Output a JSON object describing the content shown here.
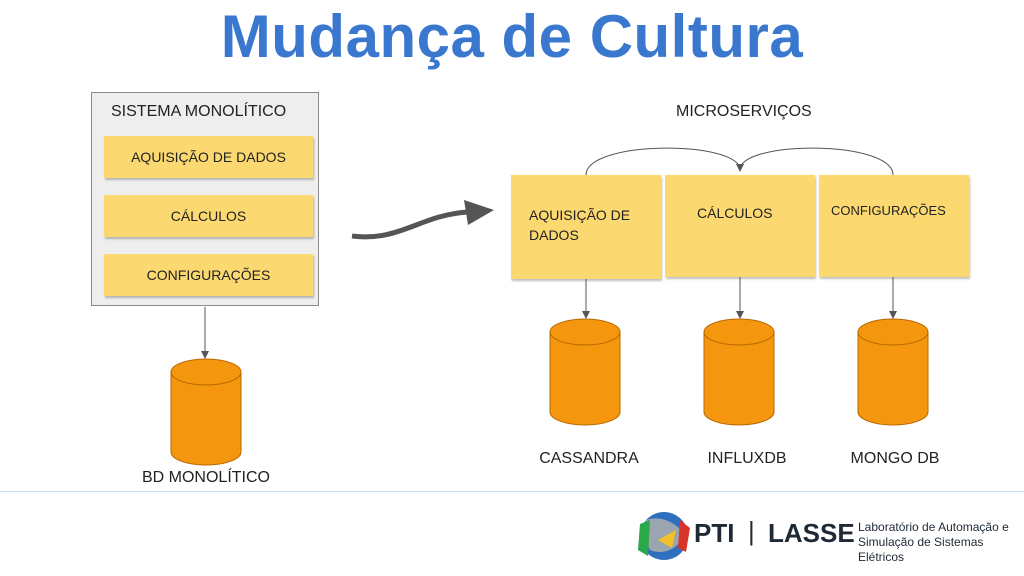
{
  "title": "Mudança de Cultura",
  "monolithic": {
    "system_label": "SISTEMA MONOLÍTICO",
    "modules": [
      "AQUISIÇÃO DE DADOS",
      "CÁLCULOS",
      "CONFIGURAÇÕES"
    ],
    "database_label": "BD MONOLÍTICO"
  },
  "microservices": {
    "label": "MICROSERVIÇOS",
    "services": [
      "AQUISIÇÃO DE DADOS",
      "CÁLCULOS",
      "CONFIGURAÇÕES"
    ],
    "databases": [
      "CASSANDRA",
      "INFLUXDB",
      "MONGO DB"
    ]
  },
  "footer": {
    "logo_pti": "PTI",
    "separator": "|",
    "logo_lasse": "LASSE",
    "lab_line1": "Laboratório de Automação e",
    "lab_line2": "Simulação de Sistemas Elétricos"
  },
  "colors": {
    "title": "#3a78d0",
    "module_fill": "#fcd870",
    "db_fill": "#f5960f",
    "db_stroke": "#b86800",
    "arrow": "#555555"
  }
}
